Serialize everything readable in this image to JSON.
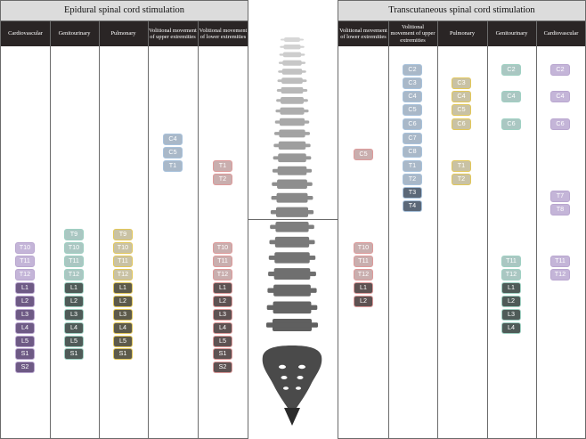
{
  "colors": {
    "cardiovascular": {
      "border": "#b9a6cf",
      "fill_light": "#c4b5d8",
      "fill_dark": "#6e5a85"
    },
    "genitourinary": {
      "border": "#9fd0c2",
      "fill_light": "#aac7c2",
      "fill_dark": "#4f5b58"
    },
    "pulmonary": {
      "border": "#e2c75a",
      "fill_light": "#c9c2a4",
      "fill_dark": "#5d5a4a"
    },
    "upper": {
      "border": "#a8c2dc",
      "fill_light": "#a9b8c8",
      "fill_dark": "#5b6878"
    },
    "lower": {
      "border": "#de9a9a",
      "fill_light": "#c9aeae",
      "fill_dark": "#5e5252"
    }
  },
  "epidural": {
    "title": "Epidural spinal cord stimulation",
    "columns": [
      {
        "key": "cardiovascular",
        "label": "Cardiovascular",
        "levels": [
          "T10",
          "T11",
          "T12",
          "L1",
          "L2",
          "L3",
          "L4",
          "L5",
          "S1",
          "S2"
        ]
      },
      {
        "key": "genitourinary",
        "label": "Genitourinary",
        "levels": [
          "T9",
          "T10",
          "T11",
          "T12",
          "L1",
          "L2",
          "L3",
          "L4",
          "L5",
          "S1"
        ]
      },
      {
        "key": "pulmonary",
        "label": "Pulmonary",
        "levels": [
          "T9",
          "T10",
          "T11",
          "T12",
          "L1",
          "L2",
          "L3",
          "L4",
          "L5",
          "S1"
        ]
      },
      {
        "key": "upper",
        "label": "Volitional movement of upper extremities",
        "levels": [
          "C4",
          "C5",
          "T1"
        ]
      },
      {
        "key": "lower",
        "label": "Volitional movement of lower extremities",
        "levels": [
          "T1",
          "T2",
          "T10",
          "T11",
          "T12",
          "L1",
          "L2",
          "L3",
          "L4",
          "L5",
          "S1",
          "S2"
        ]
      }
    ]
  },
  "transcutaneous": {
    "title": "Transcutaneous spinal cord stimulation",
    "columns": [
      {
        "key": "lower",
        "label": "Volitional movement of lower extremities",
        "levels": [
          "C5",
          "T10",
          "T11",
          "T12",
          "L1",
          "L2"
        ]
      },
      {
        "key": "upper",
        "label": "Volitional movement of upper extremities",
        "levels": [
          "C2",
          "C3",
          "C4",
          "C5",
          "C6",
          "C7",
          "C8",
          "T1",
          "T2",
          "T3",
          "T4"
        ]
      },
      {
        "key": "pulmonary",
        "label": "Pulmonary",
        "levels": [
          "C3",
          "C4",
          "C5",
          "C6",
          "T1",
          "T2"
        ]
      },
      {
        "key": "genitourinary",
        "label": "Genitourinary",
        "levels": [
          "C2",
          "C4",
          "C6",
          "T11",
          "T12",
          "L1",
          "L2",
          "L3",
          "L4"
        ]
      },
      {
        "key": "cardiovascular",
        "label": "Cardiovascular",
        "levels": [
          "C2",
          "C4",
          "C6",
          "T7",
          "T8",
          "T11",
          "T12"
        ]
      }
    ]
  }
}
